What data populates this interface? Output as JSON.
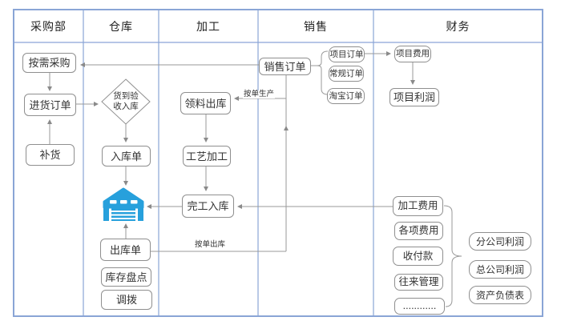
{
  "header": {
    "lanes": [
      {
        "label": "采购部"
      },
      {
        "label": "仓库"
      },
      {
        "label": "加工"
      },
      {
        "label": "销售"
      },
      {
        "label": "财务"
      }
    ]
  },
  "nodes": {
    "purchase_on_demand": {
      "label": "按需采购"
    },
    "purchase_order": {
      "label": "进货订单"
    },
    "replenish": {
      "label": "补货"
    },
    "receive_inspect": {
      "label": "货到验收入库",
      "line1": "货到验",
      "line2": "收入库"
    },
    "inbound_note": {
      "label": "入库单"
    },
    "outbound_note": {
      "label": "出库单"
    },
    "stocktake": {
      "label": "库存盘点"
    },
    "transfer": {
      "label": "调拨"
    },
    "material_issue": {
      "label": "领料出库"
    },
    "craft_process": {
      "label": "工艺加工"
    },
    "finish_inbound": {
      "label": "完工入库"
    },
    "sales_order": {
      "label": "销售订单"
    },
    "project_order": {
      "label": "项目订单"
    },
    "regular_order": {
      "label": "常规订单"
    },
    "taobao_order": {
      "label": "淘宝订单"
    },
    "project_cost": {
      "label": "项目费用"
    },
    "project_profit": {
      "label": "项目利润"
    },
    "processing_cost": {
      "label": "加工费用"
    },
    "misc_cost": {
      "label": "各项费用"
    },
    "payment": {
      "label": "收付款"
    },
    "counterparty": {
      "label": "往来管理"
    },
    "more": {
      "label": "............"
    },
    "branch_profit": {
      "label": "分公司利润"
    },
    "hq_profit": {
      "label": "总公司利润"
    },
    "balance_sheet": {
      "label": "资产负债表"
    }
  },
  "edge_labels": {
    "produce_to_order": "按单生产",
    "ship_to_order": "按单出库"
  },
  "icons": {
    "warehouse": "warehouse-icon"
  },
  "colors": {
    "lane_border": "#8aa5d6",
    "box_border": "#8f8f8f",
    "arrow": "#999999",
    "warehouse_blue": "#27a0dc",
    "text": "#333333"
  }
}
